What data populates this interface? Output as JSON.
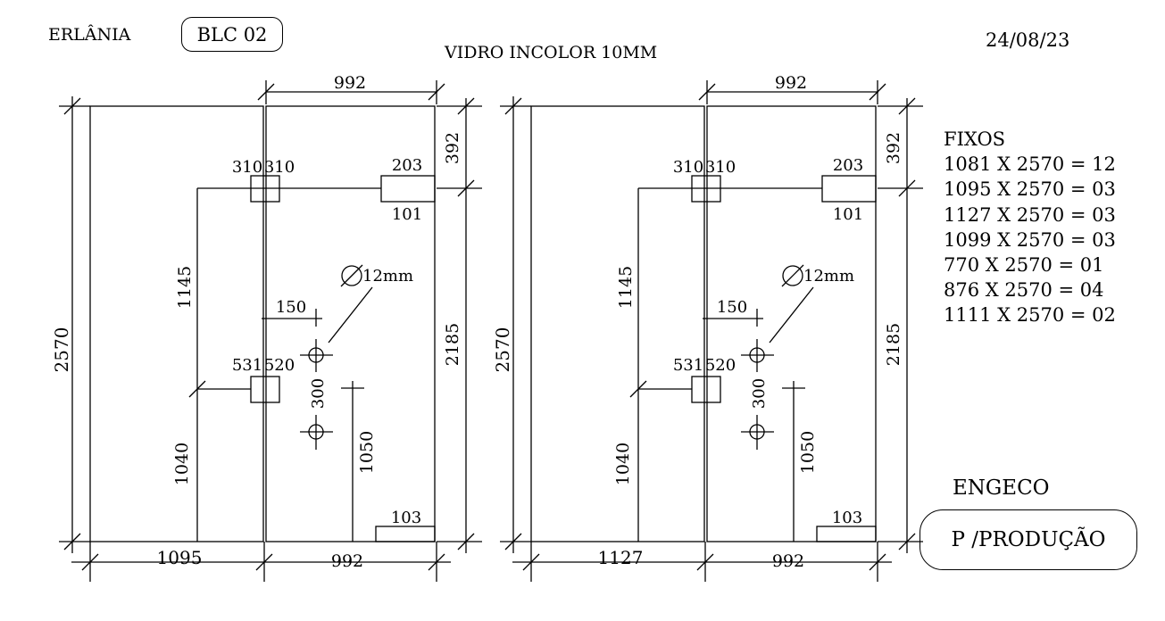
{
  "header": {
    "location": "ERLÂNIA",
    "block": "BLC 02",
    "material": "VIDRO INCOLOR 10MM",
    "date": "24/08/23"
  },
  "drawings": [
    {
      "left_panel_width": "1095",
      "right_panel_width_top": "992",
      "right_panel_width_bottom": "992",
      "total_height": "2570",
      "top_offset": "392",
      "right_height": "2185",
      "upper_box_left": "310",
      "upper_box_right": "310",
      "hinge_top": "203",
      "hinge_bottom": "101",
      "lower_box_left": "531",
      "lower_box_right": "520",
      "hole_label": "12mm",
      "hole_offset": "150",
      "hole_spacing": "300",
      "upper_box_height": "1145",
      "lower_box_height": "1040",
      "hole_height": "1050",
      "bottom_fitting": "103"
    },
    {
      "left_panel_width": "1127",
      "right_panel_width_top": "992",
      "right_panel_width_bottom": "992",
      "total_height": "2570",
      "top_offset": "392",
      "right_height": "2185",
      "upper_box_left": "310",
      "upper_box_right": "310",
      "hinge_top": "203",
      "hinge_bottom": "101",
      "lower_box_left": "531",
      "lower_box_right": "520",
      "hole_label": "12mm",
      "hole_offset": "150",
      "hole_spacing": "300",
      "upper_box_height": "1145",
      "lower_box_height": "1040",
      "hole_height": "1050",
      "bottom_fitting": "103"
    }
  ],
  "fixos": {
    "title": "FIXOS",
    "lines": [
      "1081 X 2570 = 12",
      "1095 X 2570 = 03",
      "1127 X 2570 = 03",
      "1099 X 2570 = 03",
      "770 X 2570 = 01",
      "876 X 2570 = 04",
      "1111 X 2570 = 02"
    ]
  },
  "footer": {
    "company": "ENGECO",
    "status": "P /PRODUÇÃO"
  }
}
